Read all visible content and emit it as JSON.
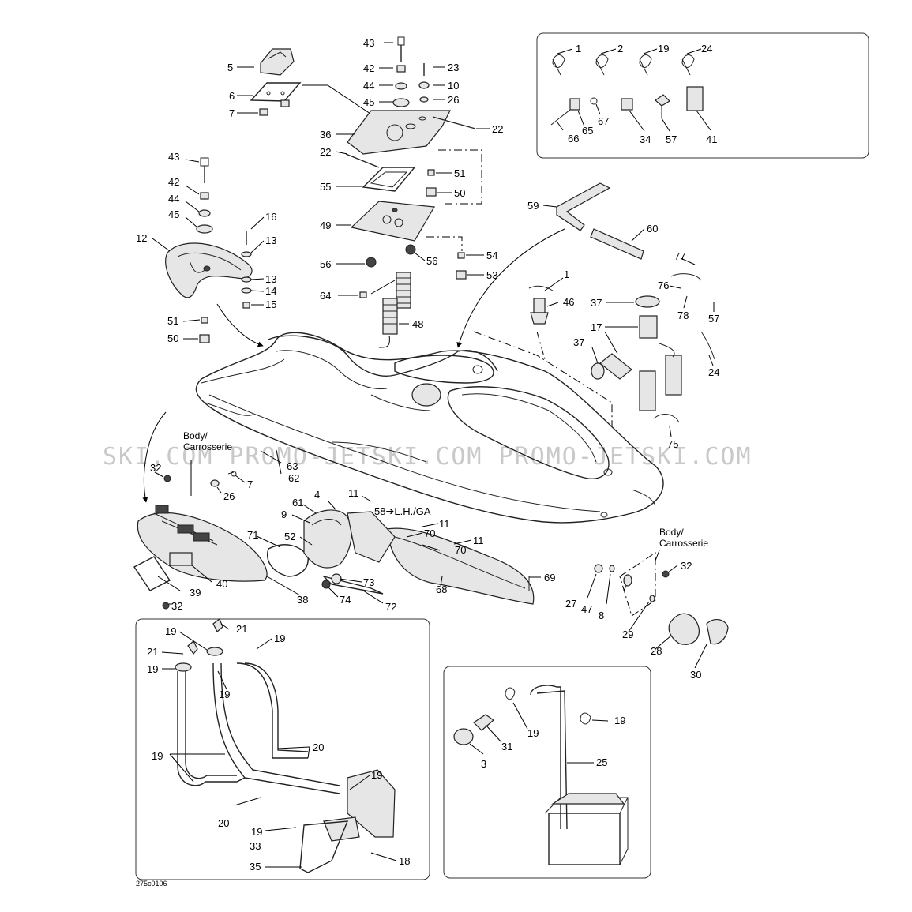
{
  "diagram_code": "275c0106",
  "watermark": "SKI.COM  PROMO-JETSKI.COM  PROMO-JETSKI.COM",
  "reference_labels": {
    "body_left_line1": "Body/",
    "body_left_line2": "Carrosserie",
    "body_right_line1": "Body/",
    "body_right_line2": "Carrosserie",
    "lh_ga": "58➔L.H./GA"
  },
  "callouts": [
    {
      "id": "c43a",
      "text": "43"
    },
    {
      "id": "c42a",
      "text": "42"
    },
    {
      "id": "c44a",
      "text": "44"
    },
    {
      "id": "c45a",
      "text": "45"
    },
    {
      "id": "c23",
      "text": "23"
    },
    {
      "id": "c10",
      "text": "10"
    },
    {
      "id": "c26a",
      "text": "26"
    },
    {
      "id": "c5",
      "text": "5"
    },
    {
      "id": "c6",
      "text": "6"
    },
    {
      "id": "c7a",
      "text": "7"
    },
    {
      "id": "c36",
      "text": "36"
    },
    {
      "id": "c22a",
      "text": "22"
    },
    {
      "id": "c22b",
      "text": "22"
    },
    {
      "id": "c51a",
      "text": "51"
    },
    {
      "id": "c55",
      "text": "55"
    },
    {
      "id": "c50a",
      "text": "50"
    },
    {
      "id": "c49",
      "text": "49"
    },
    {
      "id": "c56a",
      "text": "56"
    },
    {
      "id": "c56b",
      "text": "56"
    },
    {
      "id": "c54",
      "text": "54"
    },
    {
      "id": "c53",
      "text": "53"
    },
    {
      "id": "c64",
      "text": "64"
    },
    {
      "id": "c48",
      "text": "48"
    },
    {
      "id": "c43b",
      "text": "43"
    },
    {
      "id": "c42b",
      "text": "42"
    },
    {
      "id": "c44b",
      "text": "44"
    },
    {
      "id": "c45b",
      "text": "45"
    },
    {
      "id": "c16",
      "text": "16"
    },
    {
      "id": "c12",
      "text": "12"
    },
    {
      "id": "c13a",
      "text": "13"
    },
    {
      "id": "c13b",
      "text": "13"
    },
    {
      "id": "c14",
      "text": "14"
    },
    {
      "id": "c15",
      "text": "15"
    },
    {
      "id": "c51b",
      "text": "51"
    },
    {
      "id": "c50b",
      "text": "50"
    },
    {
      "id": "c59",
      "text": "59"
    },
    {
      "id": "c60",
      "text": "60"
    },
    {
      "id": "c1b",
      "text": "1"
    },
    {
      "id": "c46",
      "text": "46"
    },
    {
      "id": "c37a",
      "text": "37"
    },
    {
      "id": "c17",
      "text": "17"
    },
    {
      "id": "c37b",
      "text": "37"
    },
    {
      "id": "c77",
      "text": "77"
    },
    {
      "id": "c76",
      "text": "76"
    },
    {
      "id": "c78",
      "text": "78"
    },
    {
      "id": "c57b",
      "text": "57"
    },
    {
      "id": "c24b",
      "text": "24"
    },
    {
      "id": "c75",
      "text": "75"
    },
    {
      "id": "k1",
      "text": "1"
    },
    {
      "id": "k2",
      "text": "2"
    },
    {
      "id": "k19",
      "text": "19"
    },
    {
      "id": "k24",
      "text": "24"
    },
    {
      "id": "k65",
      "text": "65"
    },
    {
      "id": "k67",
      "text": "67"
    },
    {
      "id": "k66",
      "text": "66"
    },
    {
      "id": "k34",
      "text": "34"
    },
    {
      "id": "k57",
      "text": "57"
    },
    {
      "id": "k41",
      "text": "41"
    },
    {
      "id": "c63",
      "text": "63"
    },
    {
      "id": "c62",
      "text": "62"
    },
    {
      "id": "c32a",
      "text": "32"
    },
    {
      "id": "c7b",
      "text": "7"
    },
    {
      "id": "c26b",
      "text": "26"
    },
    {
      "id": "c39",
      "text": "39"
    },
    {
      "id": "c40",
      "text": "40"
    },
    {
      "id": "c32b",
      "text": "32"
    },
    {
      "id": "c38",
      "text": "38"
    },
    {
      "id": "c4",
      "text": "4"
    },
    {
      "id": "c61",
      "text": "61"
    },
    {
      "id": "c9",
      "text": "9"
    },
    {
      "id": "c11a",
      "text": "11"
    },
    {
      "id": "c11b",
      "text": "11"
    },
    {
      "id": "c11c",
      "text": "11"
    },
    {
      "id": "c70a",
      "text": "70"
    },
    {
      "id": "c70b",
      "text": "70"
    },
    {
      "id": "c71",
      "text": "71"
    },
    {
      "id": "c52",
      "text": "52"
    },
    {
      "id": "c73",
      "text": "73"
    },
    {
      "id": "c74",
      "text": "74"
    },
    {
      "id": "c72",
      "text": "72"
    },
    {
      "id": "c68",
      "text": "68"
    },
    {
      "id": "c69",
      "text": "69"
    },
    {
      "id": "c32c",
      "text": "32"
    },
    {
      "id": "c27",
      "text": "27"
    },
    {
      "id": "c47",
      "text": "47"
    },
    {
      "id": "c8",
      "text": "8"
    },
    {
      "id": "c29",
      "text": "29"
    },
    {
      "id": "c28",
      "text": "28"
    },
    {
      "id": "c30",
      "text": "30"
    },
    {
      "id": "b19a",
      "text": "19"
    },
    {
      "id": "b21a",
      "text": "21"
    },
    {
      "id": "b19b",
      "text": "19"
    },
    {
      "id": "b21b",
      "text": "21"
    },
    {
      "id": "b19c",
      "text": "19"
    },
    {
      "id": "b19d",
      "text": "19"
    },
    {
      "id": "b20a",
      "text": "20"
    },
    {
      "id": "b19e",
      "text": "19"
    },
    {
      "id": "b19f",
      "text": "19"
    },
    {
      "id": "b20b",
      "text": "20"
    },
    {
      "id": "b19g",
      "text": "19"
    },
    {
      "id": "b33",
      "text": "33"
    },
    {
      "id": "b35",
      "text": "35"
    },
    {
      "id": "b18",
      "text": "18"
    },
    {
      "id": "r19a",
      "text": "19"
    },
    {
      "id": "r19b",
      "text": "19"
    },
    {
      "id": "r31",
      "text": "31"
    },
    {
      "id": "r3",
      "text": "3"
    },
    {
      "id": "r25",
      "text": "25"
    }
  ]
}
